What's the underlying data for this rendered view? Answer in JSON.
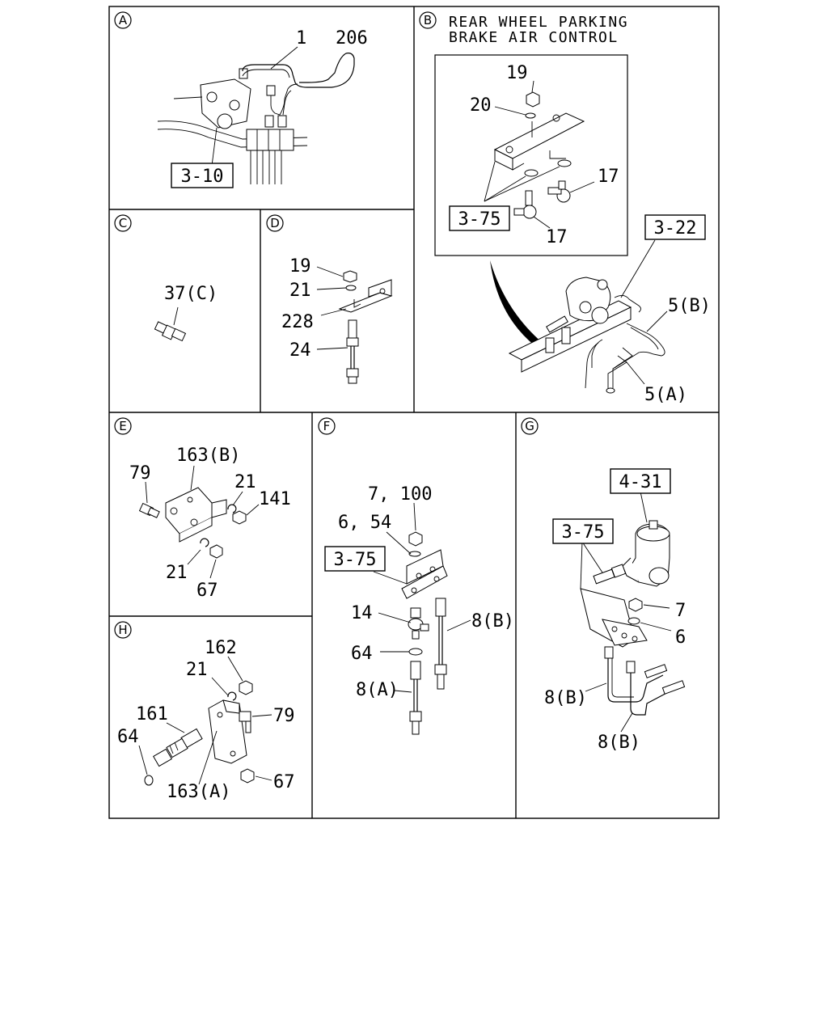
{
  "panels": {
    "A": {
      "letter": "A",
      "callouts": {
        "c1": "1",
        "c206": "206",
        "ref": "3-10"
      }
    },
    "B": {
      "letter": "B",
      "title_line1": "REAR WHEEL PARKING",
      "title_line2": "BRAKE AIR CONTROL",
      "callouts": {
        "c19": "19",
        "c20": "20",
        "c17a": "17",
        "c17b": "17",
        "ref375": "3-75",
        "ref322": "3-22",
        "c5b": "5(B)",
        "c5a": "5(A)"
      }
    },
    "C": {
      "letter": "C",
      "callouts": {
        "c37": "37(C)"
      }
    },
    "D": {
      "letter": "D",
      "callouts": {
        "c19": "19",
        "c21": "21",
        "c228": "228",
        "c24": "24"
      }
    },
    "E": {
      "letter": "E",
      "callouts": {
        "c163b": "163(B)",
        "c79": "79",
        "c21a": "21",
        "c141": "141",
        "c21b": "21",
        "c67": "67"
      }
    },
    "F": {
      "letter": "F",
      "callouts": {
        "c7100": "7, 100",
        "c654": "6, 54",
        "ref375": "3-75",
        "c14": "14",
        "c8b": "8(B)",
        "c64": "64",
        "c8a": "8(A)"
      }
    },
    "G": {
      "letter": "G",
      "callouts": {
        "ref431": "4-31",
        "ref375": "3-75",
        "c7": "7",
        "c6": "6",
        "c8b1": "8(B)",
        "c8b2": "8(B)"
      }
    },
    "H": {
      "letter": "H",
      "callouts": {
        "c162": "162",
        "c21": "21",
        "c161": "161",
        "c79": "79",
        "c64": "64",
        "c163a": "163(A)",
        "c67": "67"
      }
    }
  }
}
